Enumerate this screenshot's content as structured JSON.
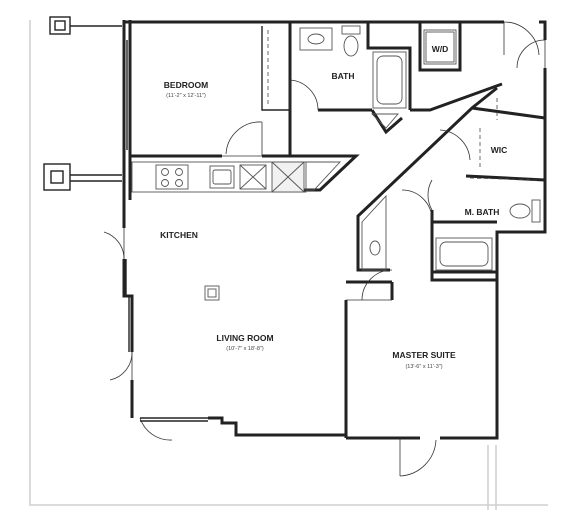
{
  "rooms": {
    "bedroom": {
      "label": "BEDROOM",
      "dims": "(11'-2\" x 12'-11\")"
    },
    "bath": {
      "label": "BATH"
    },
    "wd": {
      "label": "W/D"
    },
    "wic": {
      "label": "WIC"
    },
    "mbath": {
      "label": "M. BATH"
    },
    "kitchen": {
      "label": "KITCHEN"
    },
    "living": {
      "label": "LIVING ROOM",
      "dims": "(10'-7\" x 18'-8\")"
    },
    "master": {
      "label": "MASTER SUITE",
      "dims": "(13'-6\" x 11'-3\")"
    }
  }
}
